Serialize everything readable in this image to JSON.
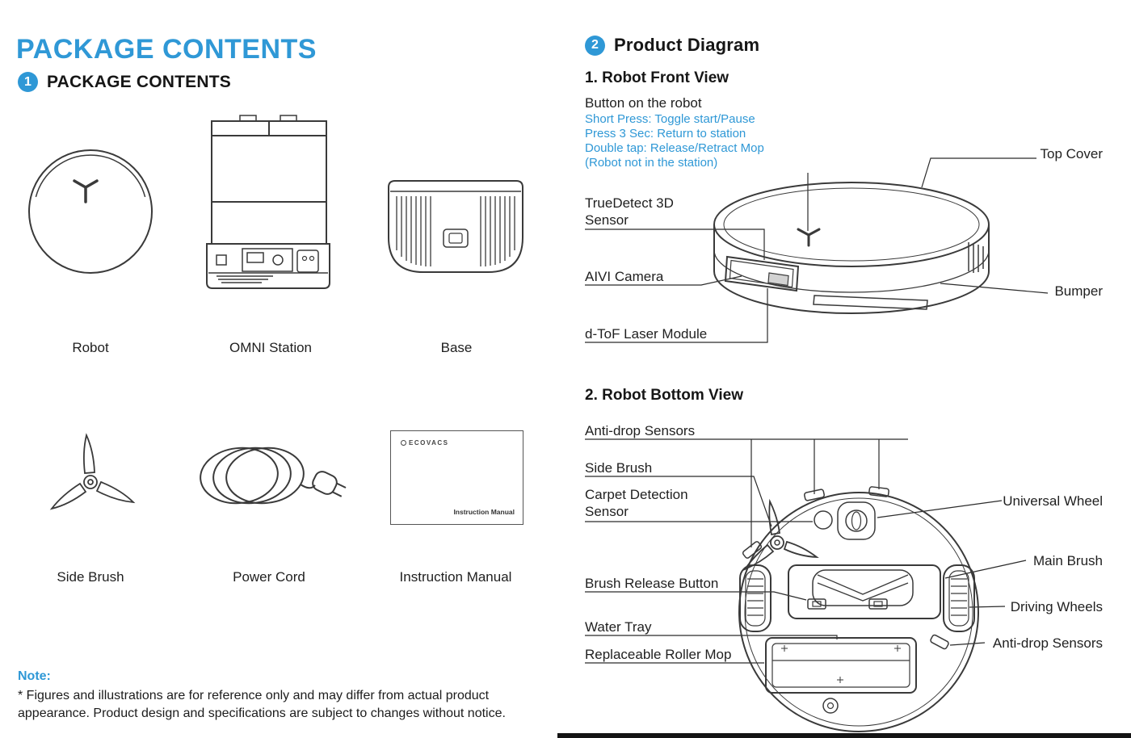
{
  "page_title": "PACKAGE CONTENTS",
  "package": {
    "badge": "1",
    "heading": "PACKAGE CONTENTS",
    "items": [
      "Robot",
      "OMNI Station",
      "Base",
      "Side Brush",
      "Power Cord",
      "Instruction Manual"
    ],
    "manual_logo": "ECOVACS",
    "manual_caption": "Instruction Manual",
    "note_heading": "Note:",
    "note_body": "* Figures and illustrations are for reference only and may differ from actual product appearance. Product design and specifications are subject to changes without notice."
  },
  "diagram": {
    "badge": "2",
    "heading": "Product Diagram",
    "front": {
      "heading": "1. Robot Front View",
      "button_caption": "Button on the robot",
      "press_notes": [
        "Short Press: Toggle start/Pause",
        "Press 3 Sec: Return to station",
        "Double tap: Release/Retract Mop",
        "(Robot not in the station)"
      ],
      "labels": {
        "truedetect": "TrueDetect 3D Sensor",
        "aivi": "AIVI Camera",
        "dtof": "d-ToF Laser Module",
        "top_cover": "Top Cover",
        "bumper": "Bumper"
      }
    },
    "bottom": {
      "heading": "2. Robot Bottom View",
      "labels": {
        "anti_drop_top": "Anti-drop Sensors",
        "side_brush": "Side Brush",
        "carpet": "Carpet Detection Sensor",
        "brush_release": "Brush Release Button",
        "water_tray": "Water Tray",
        "roller_mop": "Replaceable Roller Mop",
        "universal_wheel": "Universal Wheel",
        "main_brush": "Main Brush",
        "driving_wheels": "Driving Wheels",
        "anti_drop_right": "Anti-drop Sensors"
      }
    }
  },
  "colors": {
    "accent": "#2F98D6",
    "line": "#3A3A3A",
    "text": "#1F1F1F"
  }
}
